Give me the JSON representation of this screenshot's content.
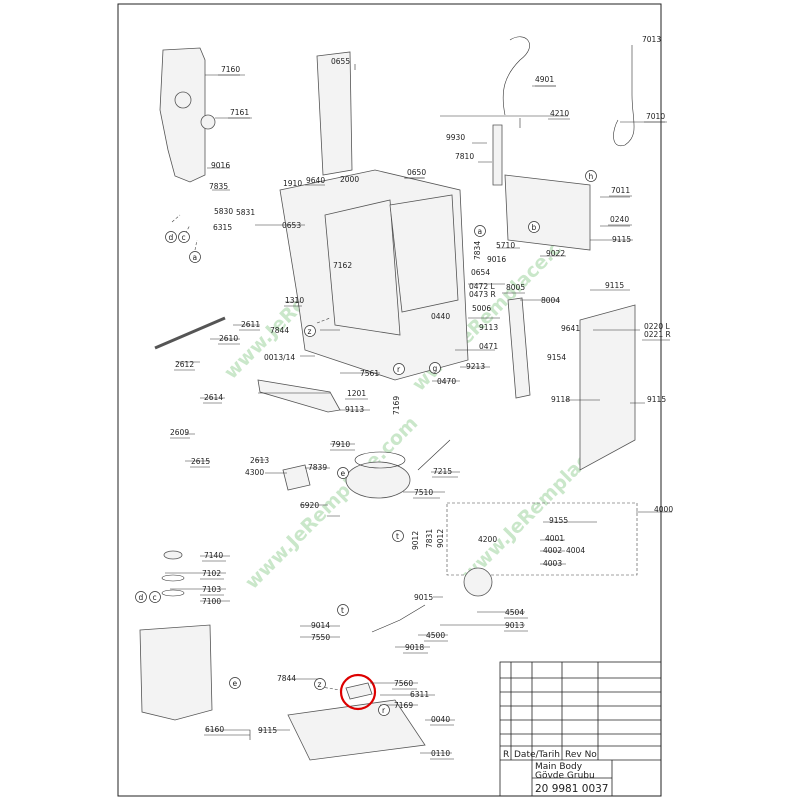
{
  "watermark": "www.JeRemplace.com",
  "parts": [
    {
      "id": "p7160",
      "label": "7160"
    },
    {
      "id": "p0655",
      "label": "0655"
    },
    {
      "id": "p4901",
      "label": "4901"
    },
    {
      "id": "p7013",
      "label": "7013"
    },
    {
      "id": "p7161",
      "label": "7161"
    },
    {
      "id": "p4210",
      "label": "4210"
    },
    {
      "id": "p7010",
      "label": "7010"
    },
    {
      "id": "p9930",
      "label": "9930"
    },
    {
      "id": "p7810",
      "label": "7810"
    },
    {
      "id": "p9016a",
      "label": "9016"
    },
    {
      "id": "p7835",
      "label": "7835"
    },
    {
      "id": "p1910",
      "label": "1910"
    },
    {
      "id": "p9640",
      "label": "9640"
    },
    {
      "id": "p2000",
      "label": "2000"
    },
    {
      "id": "p0650",
      "label": "0650"
    },
    {
      "id": "p7011",
      "label": "7011"
    },
    {
      "id": "p5830",
      "label": "5830"
    },
    {
      "id": "p5831",
      "label": "5831"
    },
    {
      "id": "p6315",
      "label": "6315"
    },
    {
      "id": "p0653",
      "label": "0653"
    },
    {
      "id": "p0240",
      "label": "0240"
    },
    {
      "id": "p7834",
      "label": "7834"
    },
    {
      "id": "p5710",
      "label": "5710"
    },
    {
      "id": "p9115a",
      "label": "9115"
    },
    {
      "id": "p7162",
      "label": "7162"
    },
    {
      "id": "p9016b",
      "label": "9016"
    },
    {
      "id": "p9022",
      "label": "9022"
    },
    {
      "id": "p0654",
      "label": "0654"
    },
    {
      "id": "p0472L",
      "label": "0472 L"
    },
    {
      "id": "p0473R",
      "label": "0473 R"
    },
    {
      "id": "p8005",
      "label": "8005"
    },
    {
      "id": "p9115b",
      "label": "9115"
    },
    {
      "id": "p1310",
      "label": "1310"
    },
    {
      "id": "p8004",
      "label": "8004"
    },
    {
      "id": "p5006",
      "label": "5006"
    },
    {
      "id": "p2611",
      "label": "2611"
    },
    {
      "id": "p0440",
      "label": "0440"
    },
    {
      "id": "p9641",
      "label": "9641"
    },
    {
      "id": "p0220L",
      "label": "0220 L"
    },
    {
      "id": "p0221R",
      "label": "0221 R"
    },
    {
      "id": "p7844a",
      "label": "7844"
    },
    {
      "id": "p9113a",
      "label": "9113"
    },
    {
      "id": "p2610",
      "label": "2610"
    },
    {
      "id": "p0471",
      "label": "0471"
    },
    {
      "id": "p0013",
      "label": "0013/14"
    },
    {
      "id": "p9154",
      "label": "9154"
    },
    {
      "id": "p2612",
      "label": "2612"
    },
    {
      "id": "p9213",
      "label": "9213"
    },
    {
      "id": "p7561",
      "label": "7561"
    },
    {
      "id": "p0470",
      "label": "0470"
    },
    {
      "id": "p1201",
      "label": "1201"
    },
    {
      "id": "p2614",
      "label": "2614"
    },
    {
      "id": "p9118",
      "label": "9118"
    },
    {
      "id": "p9115c",
      "label": "9115"
    },
    {
      "id": "p9113b",
      "label": "9113"
    },
    {
      "id": "p7169a",
      "label": "7169"
    },
    {
      "id": "p2609",
      "label": "2609"
    },
    {
      "id": "p2613",
      "label": "2613"
    },
    {
      "id": "p7910",
      "label": "7910"
    },
    {
      "id": "p2615",
      "label": "2615"
    },
    {
      "id": "p7839",
      "label": "7839"
    },
    {
      "id": "p7215",
      "label": "7215"
    },
    {
      "id": "p4300",
      "label": "4300"
    },
    {
      "id": "p7510",
      "label": "7510"
    },
    {
      "id": "p4000",
      "label": "4000"
    },
    {
      "id": "p6920",
      "label": "6920"
    },
    {
      "id": "p9155",
      "label": "9155"
    },
    {
      "id": "p9012a",
      "label": "9012"
    },
    {
      "id": "p7831",
      "label": "7831"
    },
    {
      "id": "p9012b",
      "label": "9012"
    },
    {
      "id": "p4200",
      "label": "4200"
    },
    {
      "id": "p4001",
      "label": "4001"
    },
    {
      "id": "p4002",
      "label": "4002"
    },
    {
      "id": "p4004",
      "label": "4004"
    },
    {
      "id": "p4003",
      "label": "4003"
    },
    {
      "id": "p7140",
      "label": "7140"
    },
    {
      "id": "p7102",
      "label": "7102"
    },
    {
      "id": "p7103",
      "label": "7103"
    },
    {
      "id": "p7100",
      "label": "7100"
    },
    {
      "id": "p9015",
      "label": "9015"
    },
    {
      "id": "p4504",
      "label": "4504"
    },
    {
      "id": "p9014",
      "label": "9014"
    },
    {
      "id": "p9013",
      "label": "9013"
    },
    {
      "id": "p7550",
      "label": "7550"
    },
    {
      "id": "p4500",
      "label": "4500"
    },
    {
      "id": "p9018",
      "label": "9018"
    },
    {
      "id": "p7844b",
      "label": "7844"
    },
    {
      "id": "p7560",
      "label": "7560"
    },
    {
      "id": "p6311",
      "label": "6311"
    },
    {
      "id": "p7169b",
      "label": "7169"
    },
    {
      "id": "p0040",
      "label": "0040"
    },
    {
      "id": "p6160",
      "label": "6160"
    },
    {
      "id": "p9115d",
      "label": "9115"
    },
    {
      "id": "p0110",
      "label": "0110"
    }
  ],
  "connectors": [
    {
      "id": "c-d1",
      "label": "d"
    },
    {
      "id": "c-c1",
      "label": "c"
    },
    {
      "id": "c-a1",
      "label": "a"
    },
    {
      "id": "c-h",
      "label": "h"
    },
    {
      "id": "c-a2",
      "label": "a"
    },
    {
      "id": "c-b",
      "label": "b"
    },
    {
      "id": "c-z1",
      "label": "z"
    },
    {
      "id": "c-r1",
      "label": "r"
    },
    {
      "id": "c-g",
      "label": "g"
    },
    {
      "id": "c-e1",
      "label": "e"
    },
    {
      "id": "c-t1",
      "label": "t"
    },
    {
      "id": "c-d2",
      "label": "d"
    },
    {
      "id": "c-c2",
      "label": "c"
    },
    {
      "id": "c-e2",
      "label": "e"
    },
    {
      "id": "c-t2",
      "label": "t"
    },
    {
      "id": "c-z2",
      "label": "z"
    },
    {
      "id": "c-r2",
      "label": "r"
    }
  ],
  "title_block": {
    "r_label": "R",
    "date_label": "Date/Tarih",
    "rev_label": "Rev No",
    "name_en": "Main Body",
    "name_tr": "Gövde Grubu",
    "part_number": "20 9981 0037"
  }
}
